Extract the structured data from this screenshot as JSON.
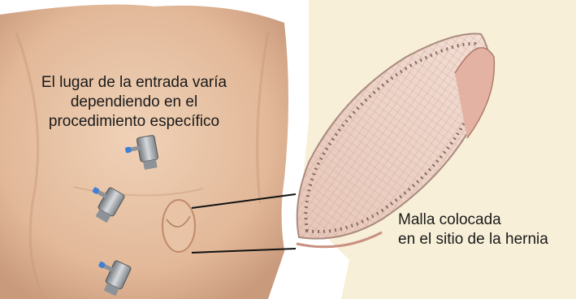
{
  "labels": {
    "entry_site": [
      "El lugar de la entrada varía",
      "dependiendo en el",
      "procedimiento específico"
    ],
    "mesh": [
      "Malla colocada",
      "en el sitio de la hernia"
    ]
  },
  "colors": {
    "skin": "#e8c4a8",
    "skin_shadow": "#c99a7c",
    "background_panel": "#f7efd8",
    "mesh": "#e9cfc4",
    "mesh_border": "#a98a7c",
    "port_metal": "#9ea3a8",
    "port_accent": "#3f7fd6",
    "leader_line": "#111111"
  },
  "icons": [
    "trocar-port-icon",
    "trocar-port-icon",
    "trocar-port-icon"
  ]
}
